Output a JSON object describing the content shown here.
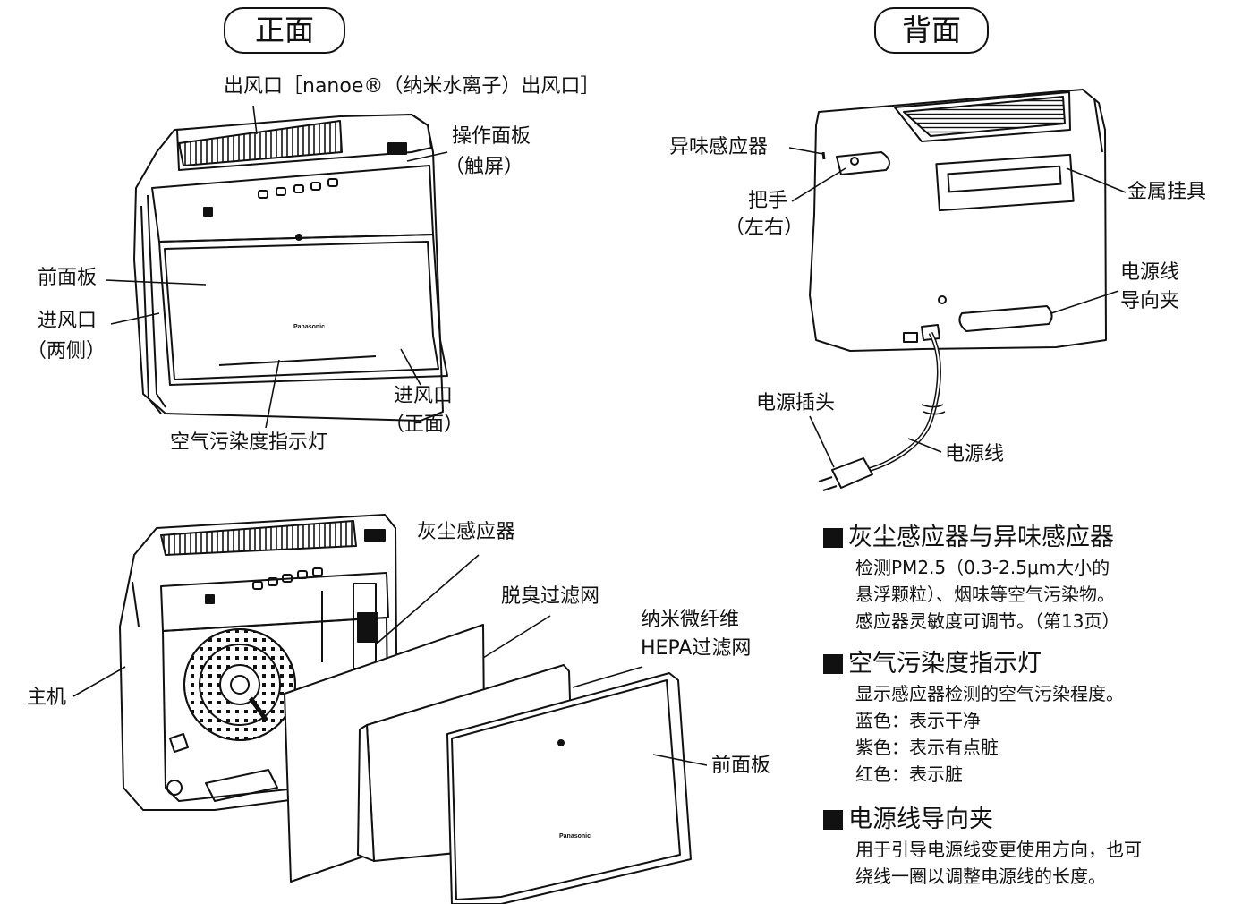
{
  "front": {
    "title": "正面",
    "outlet": "出风口［nanoe®（纳米水离子）出风口］",
    "panel_line1": "操作面板",
    "panel_line2": "（触屏）",
    "front_panel": "前面板",
    "side_inlet_line1": "进风口",
    "side_inlet_line2": "（两侧）",
    "front_inlet_line1": "进风口",
    "front_inlet_line2": "（正面）",
    "indicator": "空气污染度指示灯",
    "brand": "Panasonic"
  },
  "back": {
    "title": "背面",
    "odor_sensor": "异味感应器",
    "handle_line1": "把手",
    "handle_line2": "（左右）",
    "hook": "金属挂具",
    "clip_line1": "电源线",
    "clip_line2": "导向夹",
    "plug": "电源插头",
    "cord": "电源线"
  },
  "exploded": {
    "dust_sensor": "灰尘感应器",
    "deodor_filter": "脱臭过滤网",
    "hepa_line1": "纳米微纤维",
    "hepa_line2": "HEPA过滤网",
    "main_unit": "主机",
    "front_panel": "前面板",
    "brand": "Panasonic"
  },
  "notes": [
    {
      "heading": "灰尘感应器与异味感应器",
      "lines": [
        "检测PM2.5（0.3-2.5μm大小的",
        "悬浮颗粒）、烟味等空气污染物。",
        "感应器灵敏度可调节。（第13页）"
      ]
    },
    {
      "heading": "空气污染度指示灯",
      "lines": [
        "显示感应器检测的空气污染程度。",
        "蓝色：表示干净",
        "紫色：表示有点脏",
        "红色：表示脏"
      ]
    },
    {
      "heading": "电源线导向夹",
      "lines": [
        "用于引导电源线变更使用方向，也可",
        "绕线一圈以调整电源线的长度。"
      ]
    }
  ]
}
